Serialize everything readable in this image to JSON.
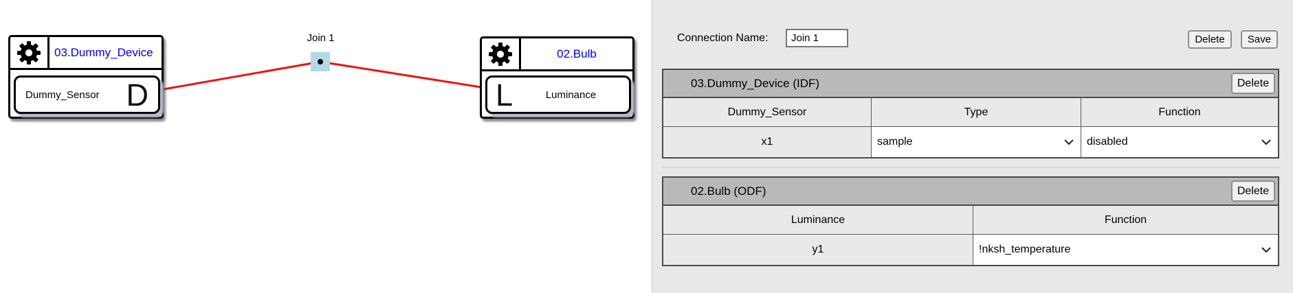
{
  "canvas": {
    "node_device": {
      "title": "03.Dummy_Device",
      "port_label": "Dummy_Sensor",
      "port_letter": "D"
    },
    "node_bulb": {
      "title": "02.Bulb",
      "port_label": "Luminance",
      "port_letter": "L"
    },
    "join": {
      "label": "Join 1"
    }
  },
  "panel": {
    "connection_name_label": "Connection Name:",
    "connection_name_value": "Join 1",
    "delete_label": "Delete",
    "save_label": "Save",
    "tables": [
      {
        "title": "03.Dummy_Device (IDF)",
        "delete_label": "Delete",
        "columns": [
          "Dummy_Sensor",
          "Type",
          "Function"
        ],
        "row": {
          "name": "x1",
          "type_value": "sample",
          "function_value": "disabled"
        }
      },
      {
        "title": "02.Bulb (ODF)",
        "delete_label": "Delete",
        "columns": [
          "Luminance",
          "Function"
        ],
        "row": {
          "name": "y1",
          "function_value": "!nksh_temperature"
        }
      }
    ]
  },
  "colors": {
    "node_title_text": "#0000ee",
    "link_line": "#ee1313",
    "join_square_fill": "#b1d9e8",
    "table_titlebar": "#b9b9b9",
    "panel_background": "#e8e8e8"
  }
}
